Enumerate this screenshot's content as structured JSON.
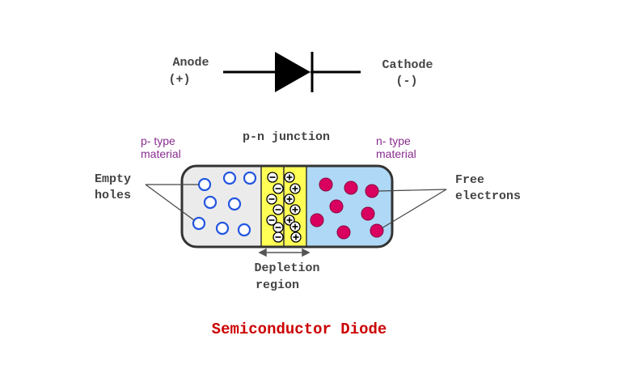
{
  "diode_symbol": {
    "anode_label": "Anode",
    "anode_sign": "(+)",
    "cathode_label": "Cathode",
    "cathode_sign": "(-)"
  },
  "labels": {
    "p_type_line1": "p- type",
    "p_type_line2": "material",
    "junction": "p-n junction",
    "n_type_line1": "n- type",
    "n_type_line2": "material",
    "empty_holes_line1": "Empty",
    "empty_holes_line2": "holes",
    "free_electrons_line1": "Free",
    "free_electrons_line2": "electrons",
    "depletion_line1": "Depletion",
    "depletion_line2": "region"
  },
  "title": "Semiconductor Diode",
  "colors": {
    "p_region": "#ebebeb",
    "depletion_region": "#ffff55",
    "n_region": "#aed8f5",
    "hole": "#2255e0",
    "electron": "#d9005f",
    "type_label": "#8a2d8f",
    "title": "#cc0000"
  },
  "icons": {
    "minus_ion": "minus-sign",
    "plus_ion": "plus-sign"
  }
}
